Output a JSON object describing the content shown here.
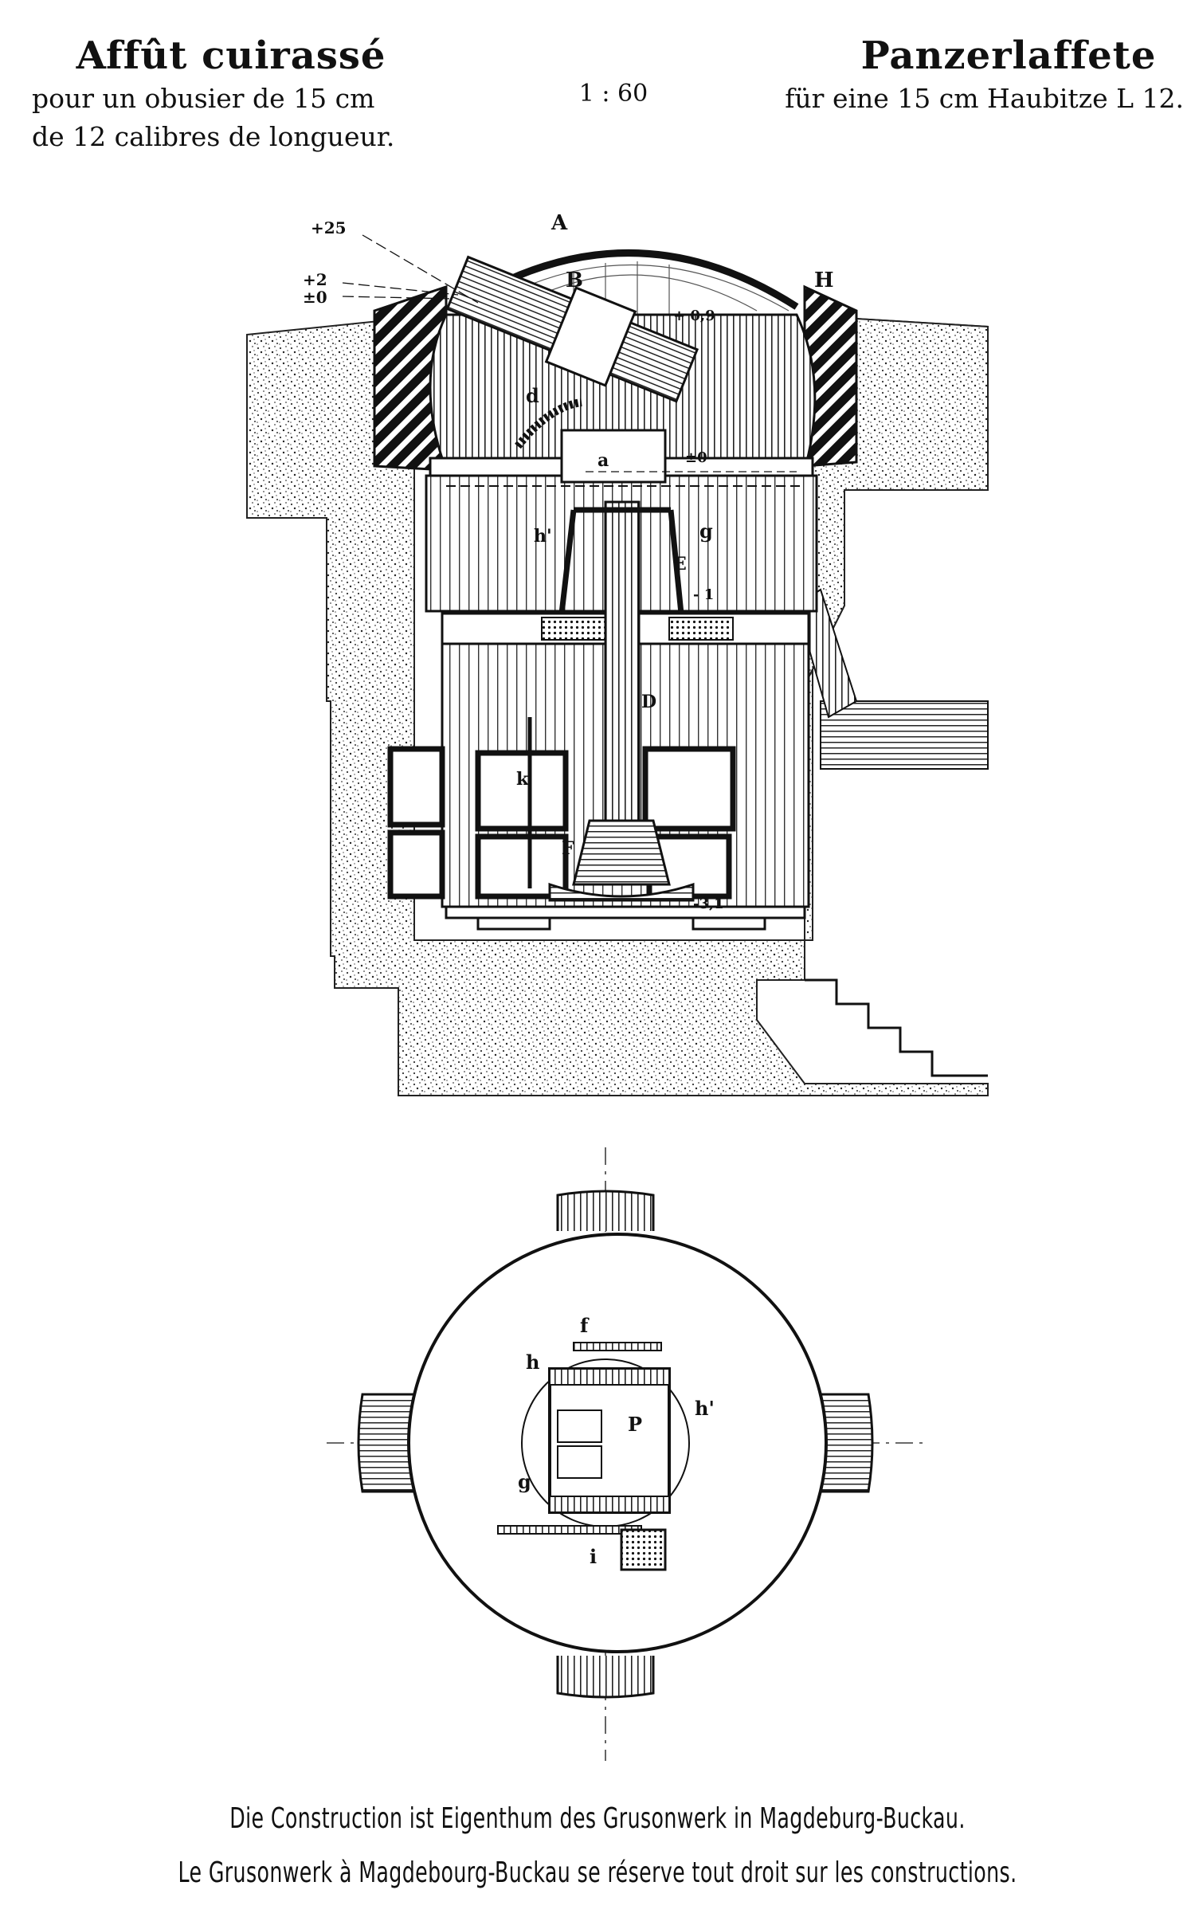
{
  "header": {
    "fr_title": "Affût cuirassé",
    "fr_line1": "pour un obusier de 15 cm",
    "fr_line2": "de 12 calibres de longueur.",
    "scale": "1 : 60",
    "de_title": "Panzerlaffete",
    "de_line1": "für eine 15 cm Haubitze L 12."
  },
  "section_labels": {
    "plus25": "+25",
    "plus2": "+2",
    "pm0": "±0",
    "A": "A",
    "B": "B",
    "H": "H",
    "plus09": "+ 0,9",
    "d": "d",
    "a": "a",
    "zero": "±0",
    "h_prime": "h'",
    "g": "g",
    "E": "E",
    "minus1": "- 1",
    "D": "D",
    "k": "k",
    "F": "F",
    "minus31": "-3,1"
  },
  "plan_labels": {
    "f": "f",
    "h": "h",
    "P": "P",
    "h_prime": "h'",
    "g": "g",
    "i": "i"
  },
  "caption": {
    "line1": "Die Construction ist Eigenthum des Grusonwerk in Magdeburg-Buckau.",
    "line2": "Le Grusonwerk à Magdebourg-Buckau se réserve tout droit sur les constructions."
  }
}
